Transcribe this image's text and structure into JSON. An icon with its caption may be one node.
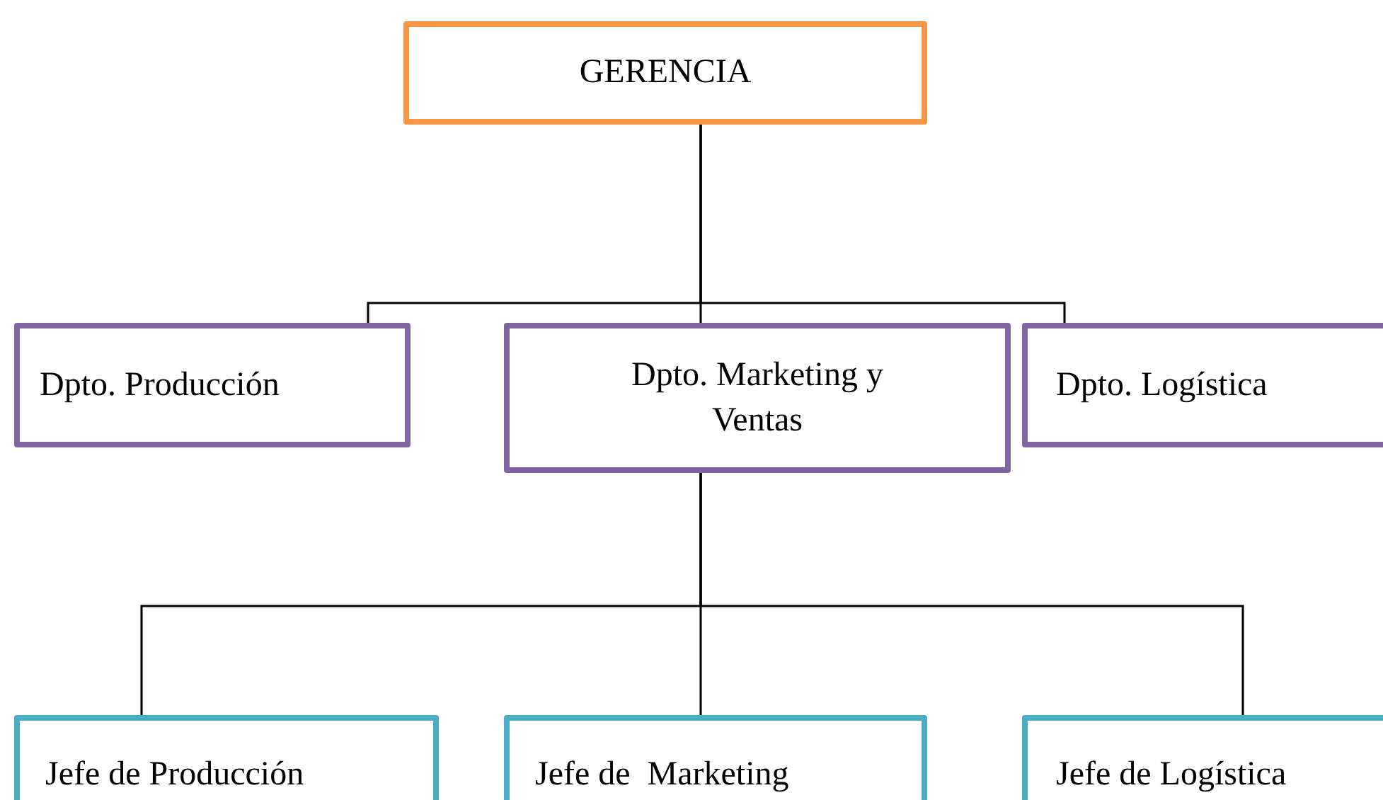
{
  "diagram": {
    "nodes": [
      {
        "text": [
          "GERENCIA"
        ]
      },
      {
        "text": [
          "Dpto. Producción"
        ]
      },
      {
        "text": [
          "Dpto. Marketing y Ventas"
        ]
      },
      {
        "text": [
          "Dpto. Logística"
        ]
      },
      {
        "text": [
          "Jefe de Producción"
        ]
      },
      {
        "text": [
          "Jefe de  Marketing"
        ]
      },
      {
        "text": [
          "Jefe de Logística"
        ]
      }
    ],
    "edges": [
      {
        "from": 0,
        "to": 1,
        "arrow": "none"
      },
      {
        "from": 0,
        "to": 2,
        "arrow": "none"
      },
      {
        "from": 0,
        "to": 3,
        "arrow": "none"
      },
      {
        "from": 2,
        "to": 4,
        "arrow": "none"
      },
      {
        "from": 2,
        "to": 5,
        "arrow": "none"
      },
      {
        "from": 2,
        "to": 6,
        "arrow": "none"
      }
    ]
  }
}
